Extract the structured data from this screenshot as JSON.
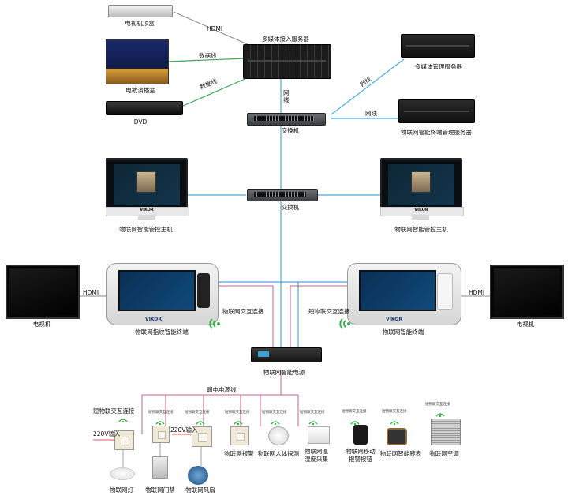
{
  "colors": {
    "network": "#4aa8e0",
    "data": "#3fa65a",
    "hdmi": "#808080",
    "power": "#c8628a",
    "line220": "#e05555",
    "wifi": "#3db04a"
  },
  "labels": {
    "stb": "电视机顶盒",
    "studio": "电教演播室",
    "dvd": "DVD",
    "media_server": "多媒体接入服务器",
    "media_mgmt": "多媒体管理服务器",
    "iot_mgmt": "物联网智能终端管理服务器",
    "switch1": "交换机",
    "switch2": "交换机",
    "host_left": "物联网智能管控主机",
    "host_right": "物联网智能管控主机",
    "terminal_left": "物联网指纹智能终端",
    "terminal_right": "物联网智能终端",
    "tv_left": "电视机",
    "tv_right": "电视机",
    "iot_link_left": "物联网交互连接",
    "iot_link_right": "短物联交互连接",
    "power": "物联网智能电源",
    "weak_power": "弱电电源线",
    "short_link": "短物联交互连接",
    "v220_a": "220V输入",
    "v220_b": "220V输入",
    "alarm": "物联网报警",
    "body": "物联网人体探测",
    "temp1": "物联网温",
    "temp2": "湿度采集",
    "mobile1": "物联网移动",
    "mobile2": "报警按钮",
    "watch": "物联网智能腕表",
    "ac": "物联网空调",
    "lamp": "物联网灯",
    "door": "物联网门禁",
    "fan": "物联网风扇",
    "vikor": "VIKOR"
  },
  "edges": {
    "hdmi_top": "HDMI",
    "data1": "数据线",
    "data2": "数据线",
    "net_v1": "网",
    "net_v2": "线",
    "net_mgmt": "网线",
    "net_iot": "网线",
    "hdmi_left": "HDMI",
    "hdmi_right": "HDMI",
    "tiny_link": "短物联交互连接"
  }
}
